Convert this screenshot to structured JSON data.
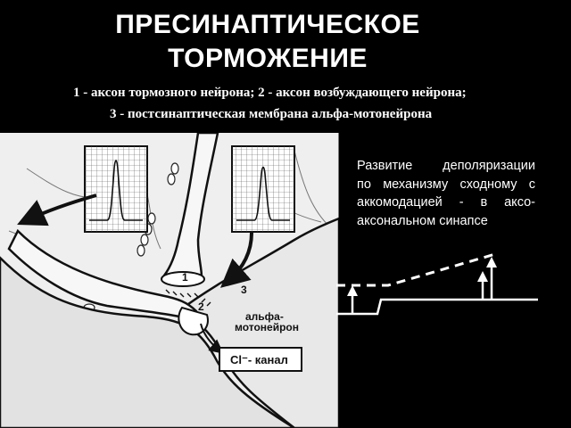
{
  "title": {
    "line1": "ПРЕСИНАПТИЧЕСКОЕ",
    "line2": "ТОРМОЖЕНИЕ"
  },
  "legend": {
    "line1": "1 - аксон тормозного нейрона;  2 - аксон возбуждающего нейрона;",
    "line2": "3 - постсинаптическая мембрана альфа-мотонейрона"
  },
  "diagram": {
    "label_1": "1",
    "label_2": "2",
    "label_3": "3",
    "neuron_label_1": "альфа-",
    "neuron_label_2": "мотонейрон",
    "channel_label": "Cl⁻- канал"
  },
  "note": {
    "line1": "Развитие деполяризации",
    "line2": "по механизму сходному с",
    "line3": "аккомодацией - в аксо-",
    "line4": "аксональном синапсе"
  }
}
